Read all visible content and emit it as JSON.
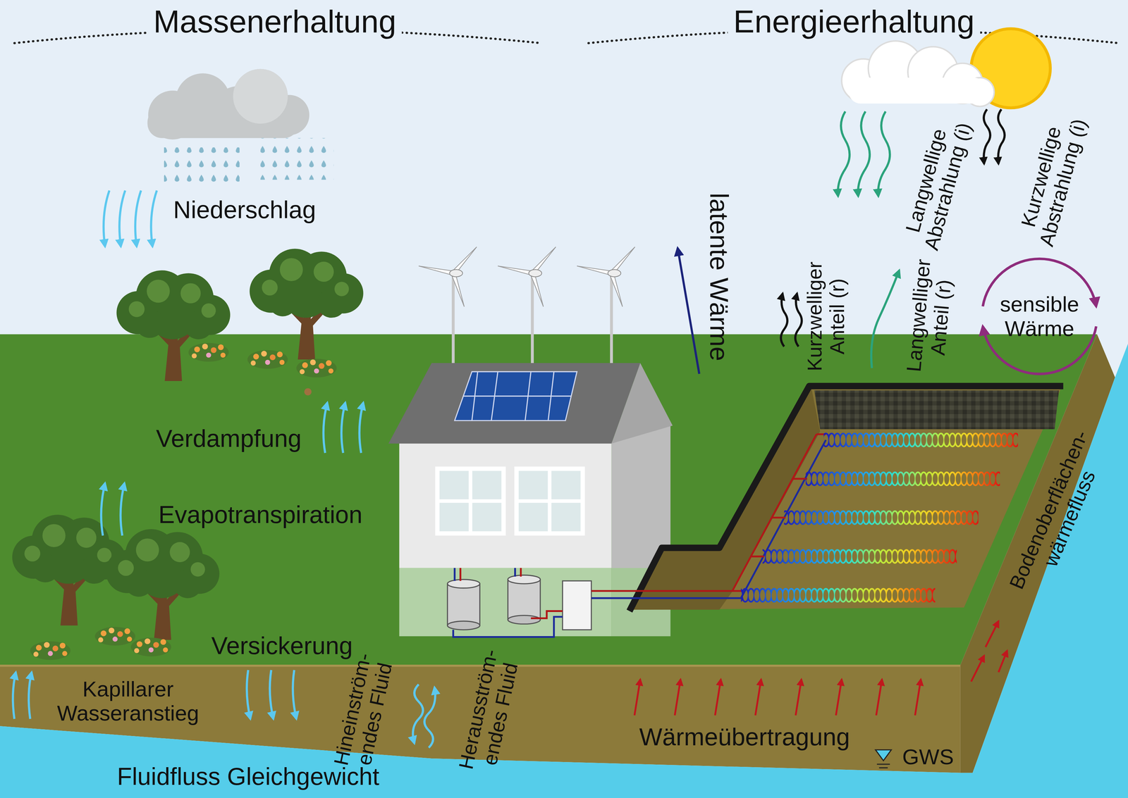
{
  "diagram": {
    "nodes": [
      {
        "text": [
          "sensible Wärme"
        ]
      }
    ],
    "labels": [
      "Massenerhaltung",
      "Energieerhaltung",
      "Langwellige Abstrahlung (i)",
      "Kurzwellige Abstrahlung (i)",
      "Niederschlag",
      "latente Wärme",
      "Kurzwelliger Anteil (r)",
      "Langwelliger Anteil (r)",
      "Verdampfung",
      "Evapotranspiration",
      "Bodenoberflächen- wärmefluss",
      "Versickerung",
      "Kapillarer Wasseranstieg",
      "Hineinström- endes Fluid",
      "Herausström- endes Fluid",
      "Wärmeübertragung",
      "GWS",
      "Fluidfluss Gleichgewicht"
    ]
  }
}
